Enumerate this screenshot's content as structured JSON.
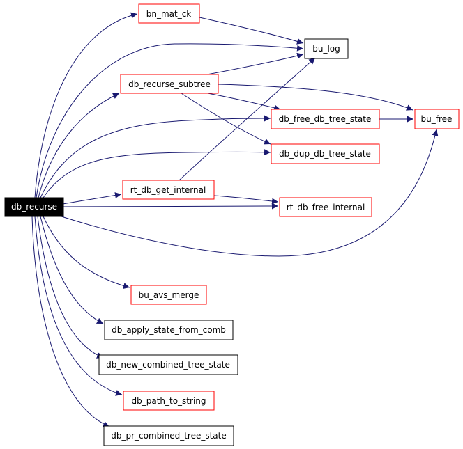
{
  "graph": {
    "edge_color": "#191970",
    "root_node": {
      "id": "db_recurse",
      "label": "db_recurse",
      "fill": "#000000",
      "text_color": "#ffffff"
    },
    "nodes": [
      {
        "id": "bn_mat_ck",
        "label": "bn_mat_ck",
        "border": "#ff0000"
      },
      {
        "id": "bu_log",
        "label": "bu_log",
        "border": "#000000"
      },
      {
        "id": "db_recurse_subtree",
        "label": "db_recurse_subtree",
        "border": "#ff0000"
      },
      {
        "id": "db_free_db_tree_state",
        "label": "db_free_db_tree_state",
        "border": "#ff0000"
      },
      {
        "id": "bu_free",
        "label": "bu_free",
        "border": "#ff0000"
      },
      {
        "id": "db_dup_db_tree_state",
        "label": "db_dup_db_tree_state",
        "border": "#ff0000"
      },
      {
        "id": "rt_db_get_internal",
        "label": "rt_db_get_internal",
        "border": "#ff0000"
      },
      {
        "id": "rt_db_free_internal",
        "label": "rt_db_free_internal",
        "border": "#ff0000"
      },
      {
        "id": "bu_avs_merge",
        "label": "bu_avs_merge",
        "border": "#ff0000"
      },
      {
        "id": "db_apply_state_from_comb",
        "label": "db_apply_state_from_comb",
        "border": "#000000"
      },
      {
        "id": "db_new_combined_tree_state",
        "label": "db_new_combined_tree_state",
        "border": "#000000"
      },
      {
        "id": "db_path_to_string",
        "label": "db_path_to_string",
        "border": "#ff0000"
      },
      {
        "id": "db_pr_combined_tree_state",
        "label": "db_pr_combined_tree_state",
        "border": "#000000"
      }
    ],
    "edges": [
      {
        "from": "db_recurse",
        "to": "bn_mat_ck"
      },
      {
        "from": "db_recurse",
        "to": "bu_log"
      },
      {
        "from": "db_recurse",
        "to": "db_recurse_subtree"
      },
      {
        "from": "db_recurse",
        "to": "db_free_db_tree_state"
      },
      {
        "from": "db_recurse",
        "to": "db_dup_db_tree_state"
      },
      {
        "from": "db_recurse",
        "to": "rt_db_get_internal"
      },
      {
        "from": "db_recurse",
        "to": "rt_db_free_internal"
      },
      {
        "from": "db_recurse",
        "to": "bu_free"
      },
      {
        "from": "db_recurse",
        "to": "bu_avs_merge"
      },
      {
        "from": "db_recurse",
        "to": "db_apply_state_from_comb"
      },
      {
        "from": "db_recurse",
        "to": "db_new_combined_tree_state"
      },
      {
        "from": "db_recurse",
        "to": "db_path_to_string"
      },
      {
        "from": "db_recurse",
        "to": "db_pr_combined_tree_state"
      },
      {
        "from": "bn_mat_ck",
        "to": "bu_log"
      },
      {
        "from": "db_recurse_subtree",
        "to": "bu_log"
      },
      {
        "from": "db_recurse_subtree",
        "to": "bu_free"
      },
      {
        "from": "db_recurse_subtree",
        "to": "db_free_db_tree_state"
      },
      {
        "from": "db_recurse_subtree",
        "to": "db_dup_db_tree_state"
      },
      {
        "from": "db_free_db_tree_state",
        "to": "bu_free"
      },
      {
        "from": "rt_db_get_internal",
        "to": "bu_log"
      },
      {
        "from": "rt_db_get_internal",
        "to": "rt_db_free_internal"
      }
    ]
  }
}
